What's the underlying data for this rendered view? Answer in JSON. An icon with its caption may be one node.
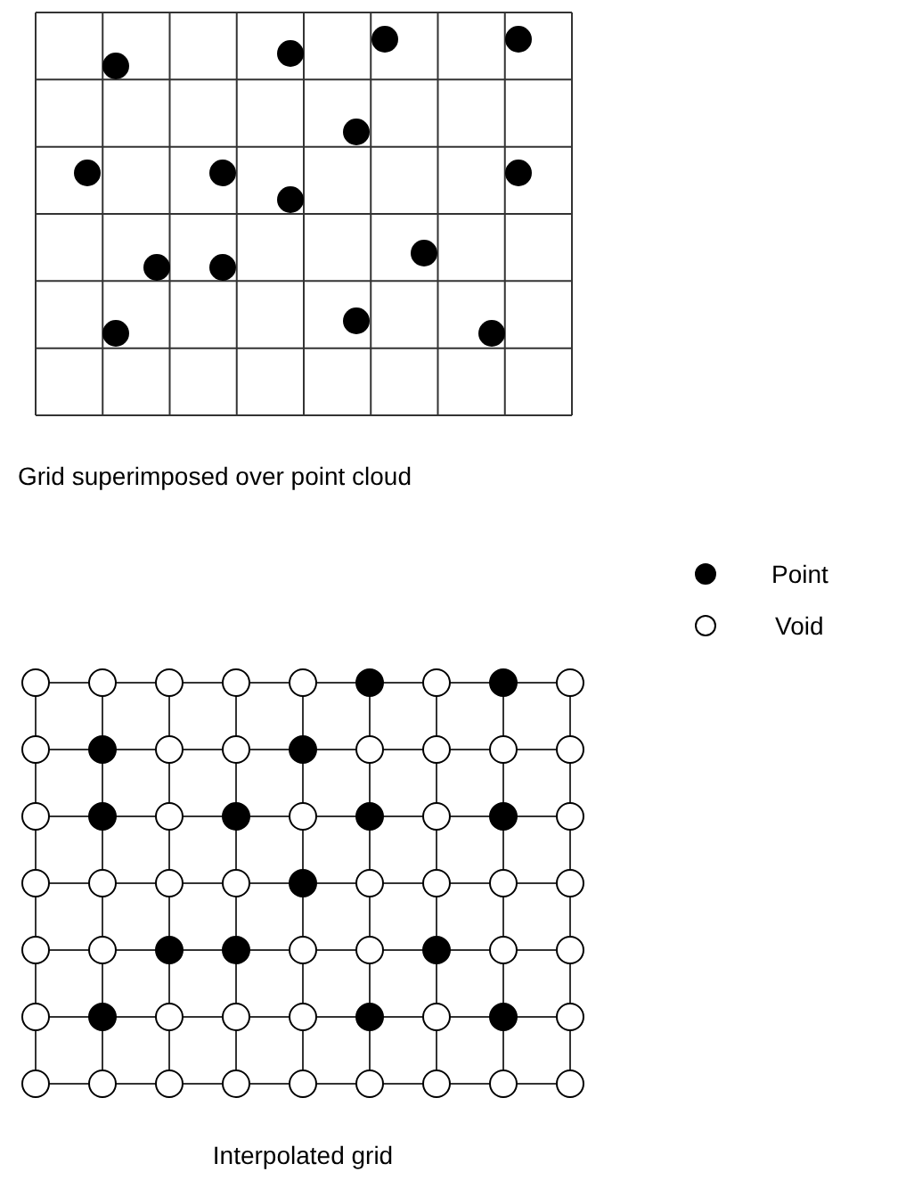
{
  "diagram": {
    "labels": [
      "Grid superimposed over point cloud",
      "Interpolated grid"
    ],
    "legend": [
      {
        "text": "Point"
      },
      {
        "text": "Void"
      }
    ]
  }
}
